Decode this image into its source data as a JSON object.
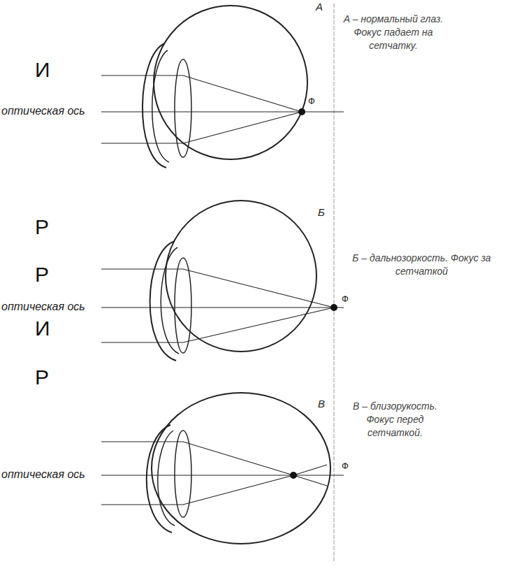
{
  "diagram": {
    "labels": [
      "И",
      "Р",
      "Р",
      "И",
      "Р",
      "А",
      "А – нормальный глаз. Фокус падает на сетчатку.",
      "оптическая ось",
      "Ф",
      "Б",
      "Б – дальнозоркость. Фокус за сетчаткой",
      "оптическая ось",
      "Ф",
      "В",
      "В – близорукость. Фокус перед сетчаткой.",
      "оптическая ось",
      "Ф"
    ]
  }
}
